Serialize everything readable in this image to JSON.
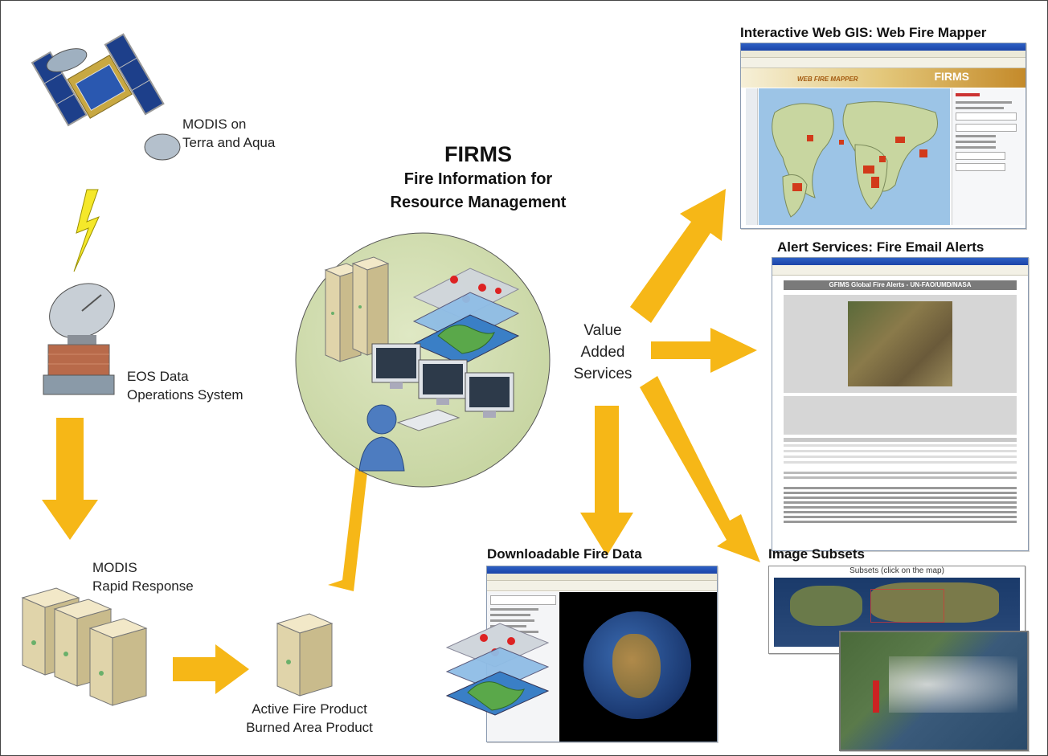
{
  "firms": {
    "title": "FIRMS",
    "subtitle_line1": "Fire Information for",
    "subtitle_line2": "Resource Management"
  },
  "satellite": {
    "label_line1": "MODIS on",
    "label_line2": "Terra and Aqua"
  },
  "ground_station": {
    "label_line1": "EOS Data",
    "label_line2": "Operations System"
  },
  "rapid_response": {
    "label_line1": "MODIS",
    "label_line2": "Rapid Response"
  },
  "products": {
    "label_line1": "Active Fire Product",
    "label_line2": "Burned Area Product"
  },
  "value_added": {
    "line1": "Value",
    "line2": "Added",
    "line3": "Services"
  },
  "services": {
    "web_gis_title": "Interactive Web GIS: Web Fire Mapper",
    "email_title": "Alert Services: Fire Email Alerts",
    "download_title": "Downloadable Fire Data",
    "subsets_title": "Image Subsets"
  },
  "screens": {
    "web_fire_mapper_banner": "WEB FIRE MAPPER",
    "web_fire_mapper_logo": "FIRMS",
    "email_header": "GFIMS Global Fire Alerts - UN-FAO/UMD/NASA",
    "subsets_caption": "Subsets (click on the map)"
  },
  "colors": {
    "arrow": "#f6b717",
    "circle": "#d4e0b4",
    "bolt": "#f5e82a",
    "window_title": "#1c45a8"
  }
}
